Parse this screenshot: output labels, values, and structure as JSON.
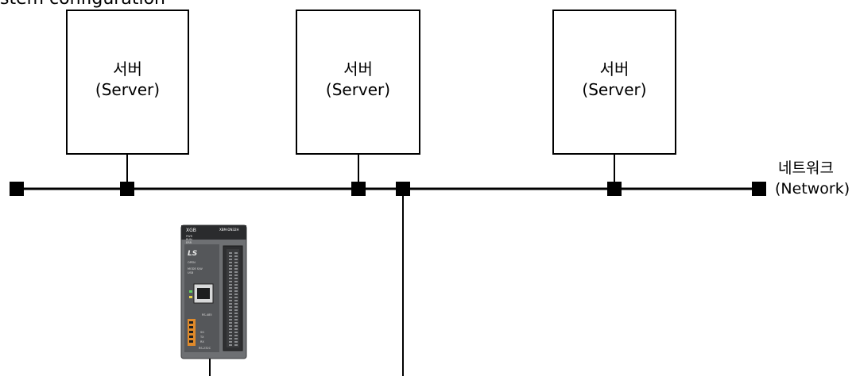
{
  "caption": "stem configuration",
  "servers": [
    {
      "name_ko": "서버",
      "name_en": "(Server)"
    },
    {
      "name_ko": "서버",
      "name_en": "(Server)"
    },
    {
      "name_ko": "서버",
      "name_en": "(Server)"
    }
  ],
  "network": {
    "name_ko": "네트워크",
    "name_en": "(Network)"
  },
  "plc": {
    "brand": "LS",
    "model": "XGB",
    "module": "XBM-DN32H",
    "leds": [
      "PWR",
      "RUN",
      "ERR"
    ],
    "labels": [
      "OPEN",
      "MODE S/W",
      "USB",
      "RS-485",
      "RS-232C",
      "SG",
      "TX",
      "RX"
    ]
  }
}
